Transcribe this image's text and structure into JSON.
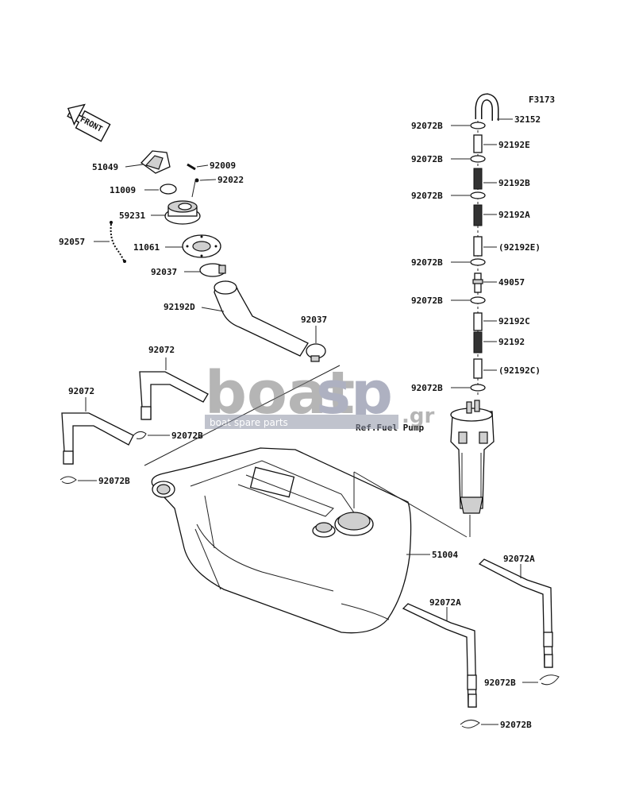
{
  "figure_code": "F3173",
  "front_label": "FRONT",
  "ref_label": "Ref.Fuel Pump",
  "watermark": {
    "word1": "boat",
    "word2": "sp",
    "suffix": ".gr",
    "tagline": "boat spare parts"
  },
  "labels": {
    "p51049": "51049",
    "p92009": "92009",
    "p11009": "11009",
    "p92022": "92022",
    "p59231": "59231",
    "p92057": "92057",
    "p11061": "11061",
    "p92037a": "92037",
    "p92192D": "92192D",
    "p92037b": "92037",
    "p92072a": "92072",
    "p92072b": "92072",
    "p92072B_1": "92072B",
    "p92072B_2": "92072B",
    "r92072B_1": "92072B",
    "r32152": "32152",
    "r92072B_2": "92072B",
    "r92192E": "92192E",
    "r92072B_3": "92072B",
    "r92192B": "92192B",
    "r92192A": "92192A",
    "r92192Ep": "(92192E)",
    "r92072B_4": "92072B",
    "r49057": "49057",
    "r92072B_5": "92072B",
    "r92192C": "92192C",
    "r92192": "92192",
    "r92192Cp": "(92192C)",
    "r92072B_6": "92072B",
    "p51004": "51004",
    "p92072A_1": "92072A",
    "p92072A_2": "92072A",
    "p92072B_3": "92072B",
    "p92072B_4": "92072B"
  },
  "colors": {
    "ink": "#111111",
    "watermark": "#8a8a8a",
    "watermark_band": "#9a9aa0"
  }
}
